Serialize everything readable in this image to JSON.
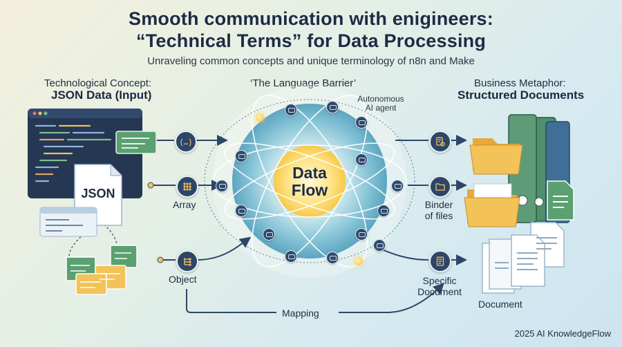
{
  "header": {
    "title_line1": "Smooth communication with enigineers:",
    "title_line2": "“Technical Terms” for Data Processing",
    "subtitle": "Unraveling common concepts and unique terminology of n8n and Make"
  },
  "left": {
    "caption": "Technological Concept:",
    "heading": "JSON Data (Input)",
    "doc_label": "JSON"
  },
  "center": {
    "caption": "‘The Language Barrier’",
    "core_line1": "Data",
    "core_line2": "Flow",
    "agent_label_line1": "Autonomous",
    "agent_label_line2": "AI agent"
  },
  "right": {
    "caption": "Business Metaphor:",
    "heading": "Structured Documents",
    "document_label": "Document"
  },
  "rows": {
    "array_label": "Array",
    "object_label": "Object",
    "binder_line1": "Binder",
    "binder_line2": "of files",
    "specific_line1": "Specific",
    "specific_line2": "Document",
    "mapping_label": "Mapping"
  },
  "footer": {
    "credit": "2025 AI KnowledgeFlow"
  },
  "colors": {
    "navy": "#1d2b44",
    "icon_bg": "#2d4668",
    "folder_yellow": "#f3c35a",
    "binder_green": "#4f8f6a",
    "code_bg": "#253753",
    "core_glow": "#ffd35a"
  },
  "icons": [
    "braces-icon",
    "array-grid-icon",
    "object-tree-icon",
    "document-check-icon",
    "folder-icon",
    "document-lines-icon",
    "robot-node-icon"
  ]
}
